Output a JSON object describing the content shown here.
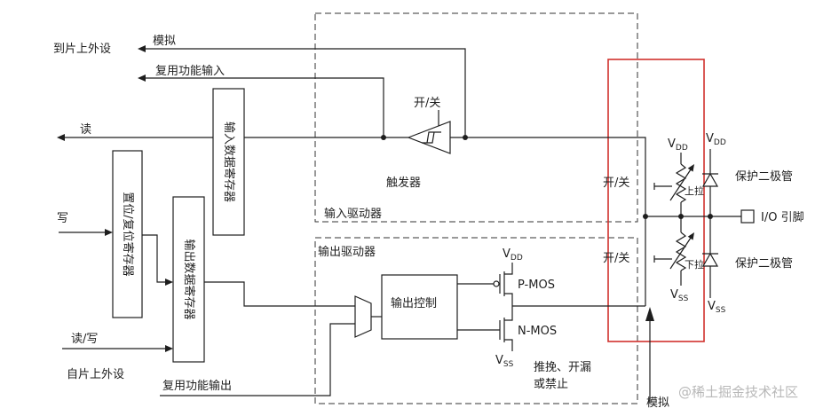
{
  "colors": {
    "highlight": "#d0312d",
    "line": "#1e1e1e"
  },
  "top_left": {
    "to_peripheral": "到片上外设",
    "analog": "模拟",
    "alt_function_input": "复用功能输入",
    "read": "读"
  },
  "input_driver": {
    "title": "输入驱动器",
    "trigger": "触发器",
    "trigger_switch": "开/关"
  },
  "registers": {
    "input_data": "输入数据寄存器",
    "set_reset": "置位/复位寄存器",
    "output_data": "输出数据寄存器"
  },
  "bottom_left": {
    "write": "写",
    "read_write": "读/写",
    "from_peripheral": "自片上外设",
    "alt_function_output": "复用功能输出"
  },
  "output_driver": {
    "title": "输出驱动器",
    "control": "输出控制",
    "pmos": "P-MOS",
    "nmos": "N-MOS",
    "vdd": {
      "symbol": "V",
      "sub": "DD"
    },
    "vss": {
      "symbol": "V",
      "sub": "SS"
    },
    "mode_line1": "推挽、开漏",
    "mode_line2": "或禁止"
  },
  "pin_circuit": {
    "pullup_switch": "开/关",
    "pulldown_switch": "开/关",
    "pullup": "上拉",
    "pulldown": "下拉",
    "pullup_supply": {
      "symbol": "V",
      "sub": "DD"
    },
    "pulldown_supply": {
      "symbol": "V",
      "sub": "SS"
    },
    "diode_supply": {
      "symbol": "V",
      "sub": "DD"
    },
    "diode_ground": {
      "symbol": "V",
      "sub": "SS"
    },
    "diode_top": "保护二极管",
    "diode_bottom": "保护二极管",
    "io_pin": "I/O 引脚",
    "analog": "模拟"
  },
  "watermark": "@稀土掘金技术社区"
}
